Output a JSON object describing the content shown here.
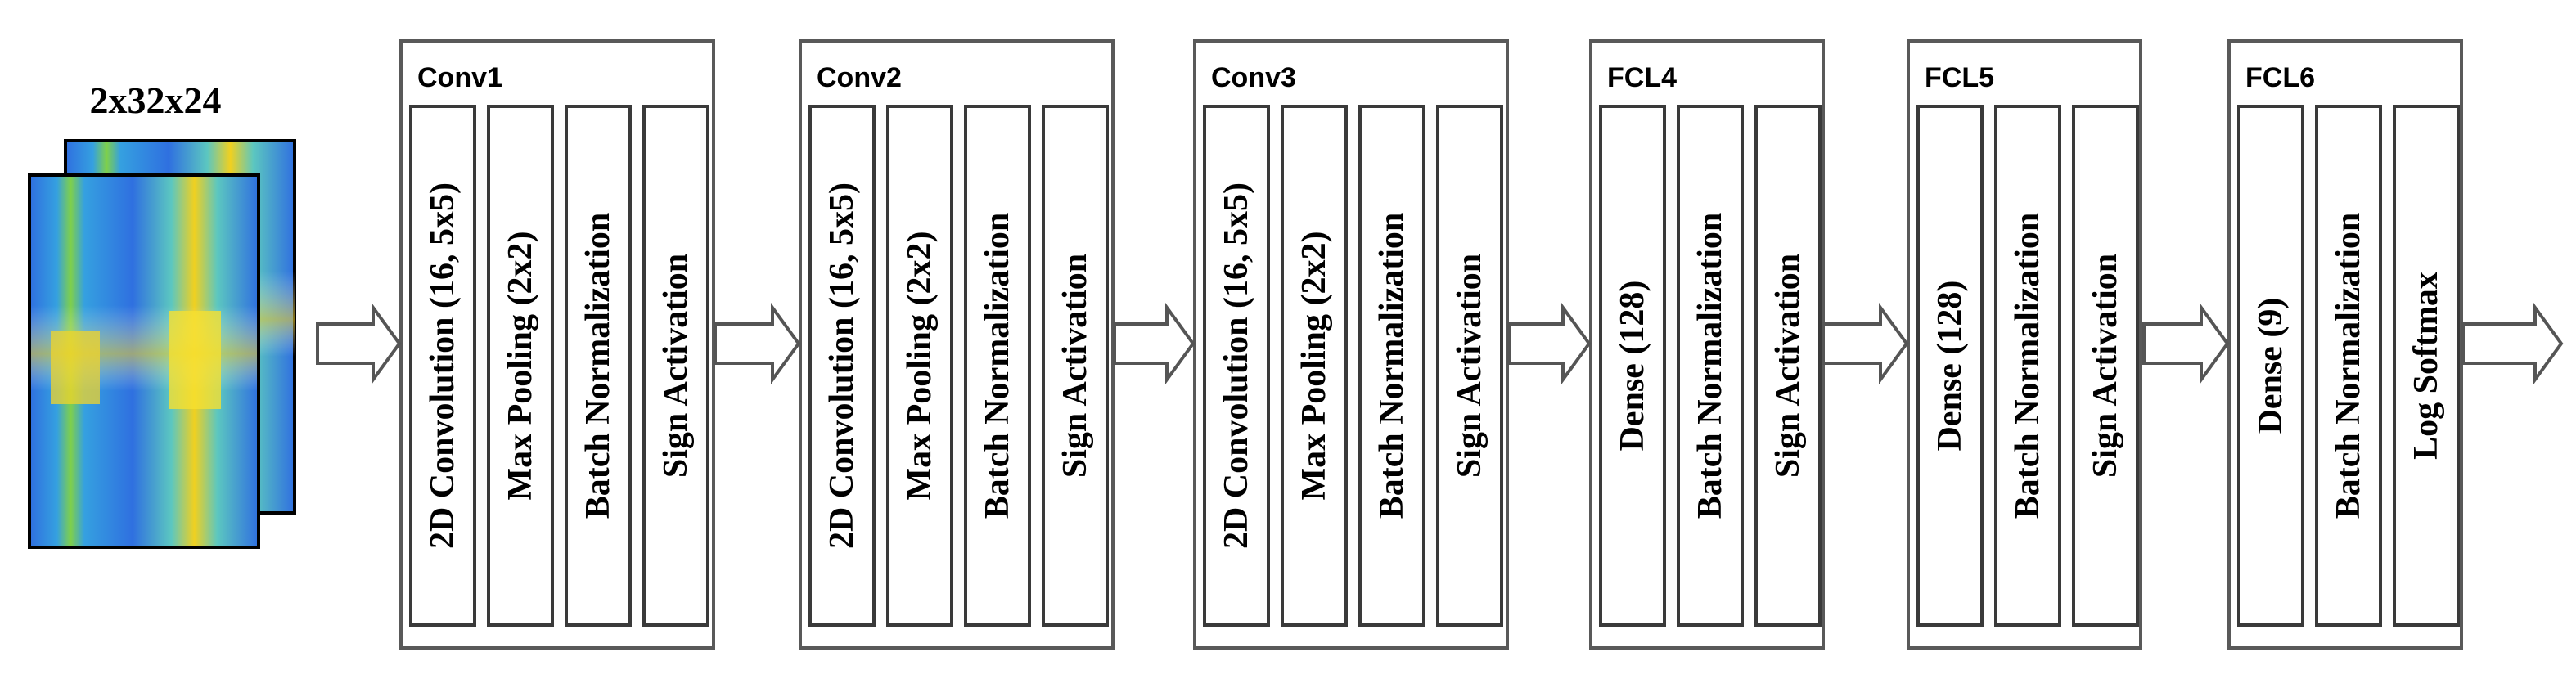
{
  "input": {
    "label": "2x32x24",
    "colors": {
      "background": "#2f6fe0",
      "mid": "#35b0d8",
      "feature": "#6cd24a",
      "peak": "#f0d020",
      "frame": "#000000"
    }
  },
  "blocks": [
    {
      "title": "Conv1",
      "layers": [
        "2D Convolution (16, 5x5)",
        "Max Pooling (2x2)",
        "Batch Normalization",
        "Sign Activation"
      ]
    },
    {
      "title": "Conv2",
      "layers": [
        "2D Convolution (16, 5x5)",
        "Max Pooling (2x2)",
        "Batch Normalization",
        "Sign Activation"
      ]
    },
    {
      "title": "Conv3",
      "layers": [
        "2D Convolution (16, 5x5)",
        "Max Pooling (2x2)",
        "Batch Normalization",
        "Sign Activation"
      ]
    },
    {
      "title": "FCL4",
      "layers": [
        "Dense (128)",
        "Batch Normalization",
        "Sign Activation"
      ]
    },
    {
      "title": "FCL5",
      "layers": [
        "Dense (128)",
        "Batch Normalization",
        "Sign Activation"
      ]
    },
    {
      "title": "FCL6",
      "layers": [
        "Dense (9)",
        "Batch Normalization",
        "Log Softmax"
      ]
    }
  ],
  "arrow_color": "#555555",
  "frame_color": "#595959"
}
